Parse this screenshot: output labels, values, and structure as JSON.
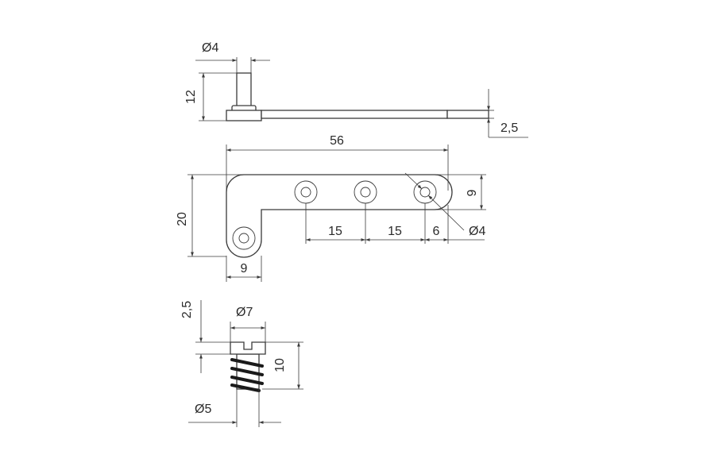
{
  "side_view": {
    "pin_diameter": "Ø4",
    "pin_height": "12",
    "plate_thickness": "2,5"
  },
  "top_view": {
    "overall_length": "56",
    "overall_height": "20",
    "arm_width": "9",
    "bottom_width": "9",
    "hole_spacing_1": "15",
    "hole_spacing_2": "15",
    "end_offset": "6",
    "hole_diameter": "Ø4"
  },
  "screw_view": {
    "head_height": "2,5",
    "head_diameter": "Ø7",
    "length": "10",
    "thread_diameter": "Ø5"
  }
}
